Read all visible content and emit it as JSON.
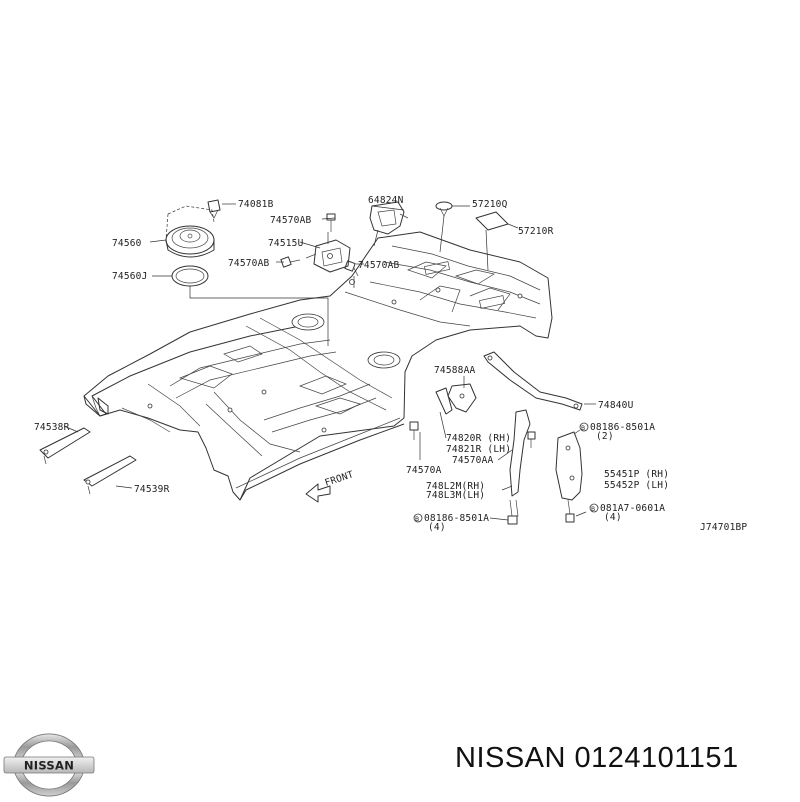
{
  "diagram": {
    "code": "J74701BP",
    "front_label": "FRONT",
    "callouts": [
      {
        "id": "c1",
        "text": "74081B"
      },
      {
        "id": "c2",
        "text": "64824N"
      },
      {
        "id": "c3",
        "text": "57210Q"
      },
      {
        "id": "c4",
        "text": "74570AB"
      },
      {
        "id": "c5",
        "text": "57210R"
      },
      {
        "id": "c6",
        "text": "74560"
      },
      {
        "id": "c7",
        "text": "74515U"
      },
      {
        "id": "c8",
        "text": "74570AB"
      },
      {
        "id": "c9",
        "text": "74570AB"
      },
      {
        "id": "c10",
        "text": "74560J"
      },
      {
        "id": "c11",
        "text": "74588AA"
      },
      {
        "id": "c12",
        "text": "74840U"
      },
      {
        "id": "c13",
        "text": "74538R"
      },
      {
        "id": "c14",
        "text": "74820R (RH)"
      },
      {
        "id": "c15",
        "text": "74821R (LH)"
      },
      {
        "id": "c16",
        "text": "74570AA"
      },
      {
        "id": "c17",
        "text": "08186-8501A"
      },
      {
        "id": "c18",
        "text": "(2)"
      },
      {
        "id": "c19",
        "text": "74570A"
      },
      {
        "id": "c20",
        "text": "55451P (RH)"
      },
      {
        "id": "c21",
        "text": "55452P (LH)"
      },
      {
        "id": "c22",
        "text": "74539R"
      },
      {
        "id": "c23",
        "text": "748L2M(RH)"
      },
      {
        "id": "c24",
        "text": "748L3M(LH)"
      },
      {
        "id": "c25",
        "text": "081A7-0601A"
      },
      {
        "id": "c26",
        "text": "(4)"
      },
      {
        "id": "c27",
        "text": "08186-8501A"
      },
      {
        "id": "c28",
        "text": "(4)"
      }
    ]
  },
  "footer": {
    "brand": "NISSAN",
    "part_number_line": "NISSAN 0124101151"
  }
}
